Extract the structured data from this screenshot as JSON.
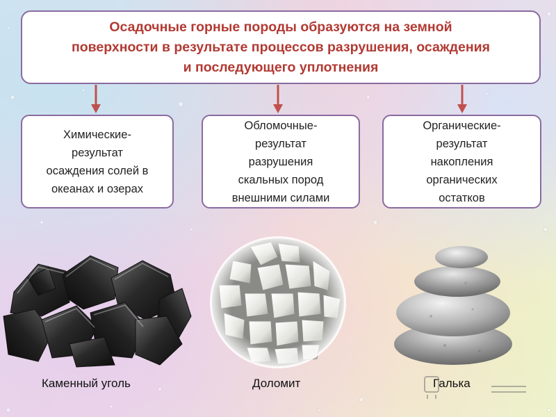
{
  "title": {
    "line1": "Осадочные горные породы образуются на земной",
    "line2": "поверхности в результате процессов разрушения, осаждения",
    "line3": "и последующего уплотнения"
  },
  "categories": [
    {
      "lines": [
        "Химические-",
        "результат",
        "осаждения солей в",
        "океанах и озерах"
      ]
    },
    {
      "lines": [
        "Обломочные-",
        "результат",
        "разрушения",
        "скальных пород",
        "внешними силами"
      ]
    },
    {
      "lines": [
        "Органические-",
        "результат",
        "накопления",
        "органических",
        "остатков"
      ]
    }
  ],
  "examples": [
    {
      "label": "Каменный уголь",
      "icon": "coal-rocks"
    },
    {
      "label": "Доломит",
      "icon": "dolomite-gravel"
    },
    {
      "label": "Галька",
      "icon": "pebble-stack"
    }
  ],
  "colors": {
    "title_text": "#b23a33",
    "box_border": "#8a6aa0",
    "arrow": "#c0504d"
  }
}
